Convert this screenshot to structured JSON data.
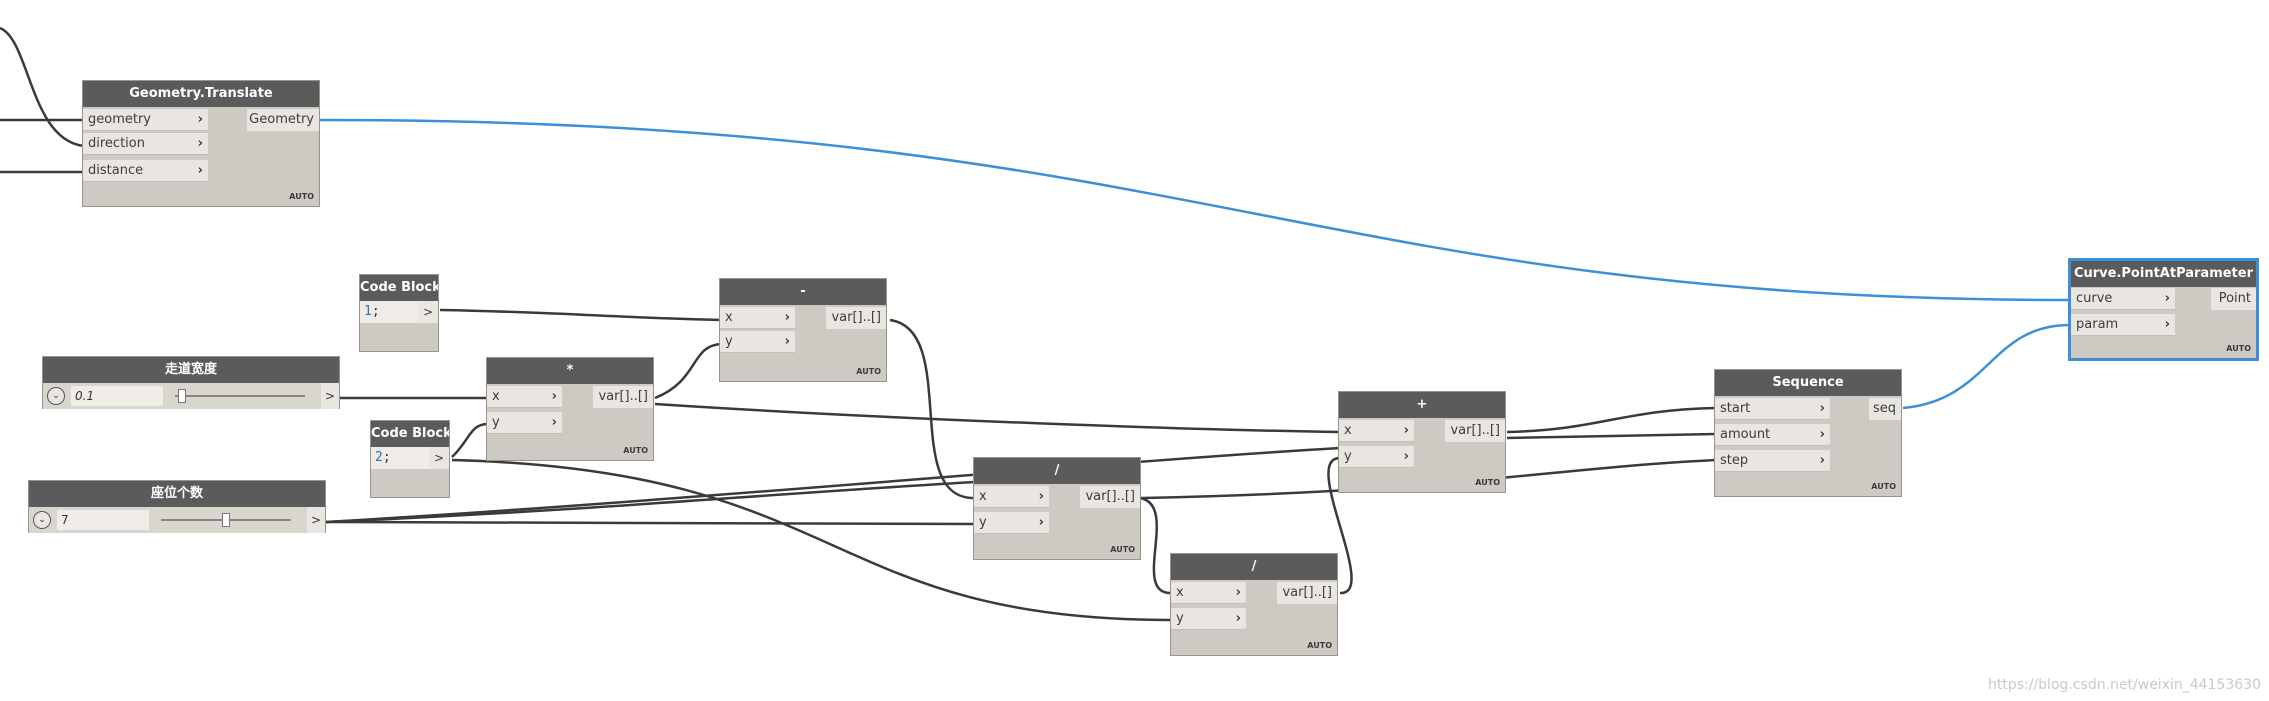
{
  "nodes": {
    "translate": {
      "title": "Geometry.Translate",
      "inputs": [
        "geometry",
        "direction",
        "distance"
      ],
      "output": "Geometry",
      "auto": "AUTO"
    },
    "point_at_param": {
      "title": "Curve.PointAtParameter",
      "inputs": [
        "curve",
        "param"
      ],
      "output": "Point",
      "auto": "AUTO"
    },
    "code1": {
      "title": "Code Block",
      "code_value": "1",
      "code_suffix": ";",
      "out": ">"
    },
    "code2": {
      "title": "Code Block",
      "code_value": "2",
      "code_suffix": ";",
      "out": ">"
    },
    "minus": {
      "title": "-",
      "inputs": [
        "x",
        "y"
      ],
      "output": "var[]..[]",
      "auto": "AUTO"
    },
    "multiply": {
      "title": "*",
      "inputs": [
        "x",
        "y"
      ],
      "output": "var[]..[]",
      "auto": "AUTO"
    },
    "plus": {
      "title": "+",
      "inputs": [
        "x",
        "y"
      ],
      "output": "var[]..[]",
      "auto": "AUTO"
    },
    "divide1": {
      "title": "/",
      "inputs": [
        "x",
        "y"
      ],
      "output": "var[]..[]",
      "auto": "AUTO"
    },
    "divide2": {
      "title": "/",
      "inputs": [
        "x",
        "y"
      ],
      "output": "var[]..[]",
      "auto": "AUTO"
    },
    "sequence": {
      "title": "Sequence",
      "inputs": [
        "start",
        "amount",
        "step"
      ],
      "output": "seq",
      "auto": "AUTO"
    },
    "slider_width": {
      "title": "走道宽度",
      "value": "0.1",
      "out": ">",
      "level": 0.05
    },
    "slider_seats": {
      "title": "座位个数",
      "value": "7",
      "out": ">",
      "level": 0.5
    }
  },
  "colors": {
    "wire": "#3a3a3a",
    "wire_selected": "#3d8fd6"
  },
  "watermark": "https://blog.csdn.net/weixin_44153630"
}
